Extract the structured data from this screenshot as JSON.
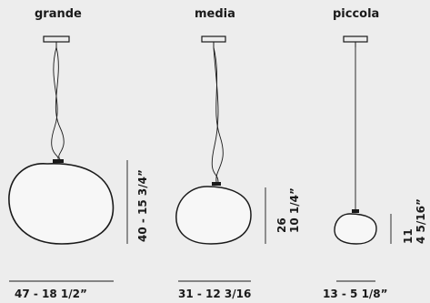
{
  "models": [
    {
      "name": "grande",
      "height_label": "40 - 15 3/4”",
      "width_label": "47 - 18 1/2”"
    },
    {
      "name": "media",
      "height_label_line1": "26",
      "height_label_line2": "10 1/4”",
      "width_label": "31 - 12 3/16"
    },
    {
      "name": "piccola",
      "height_label_line1": "11",
      "height_label_line2": "4 5/16”",
      "width_label": "13 - 5 1/8”"
    }
  ],
  "colors": {
    "background": "#ededed",
    "line": "#1a1a1a",
    "shade_fill": "#f7f7f7"
  }
}
